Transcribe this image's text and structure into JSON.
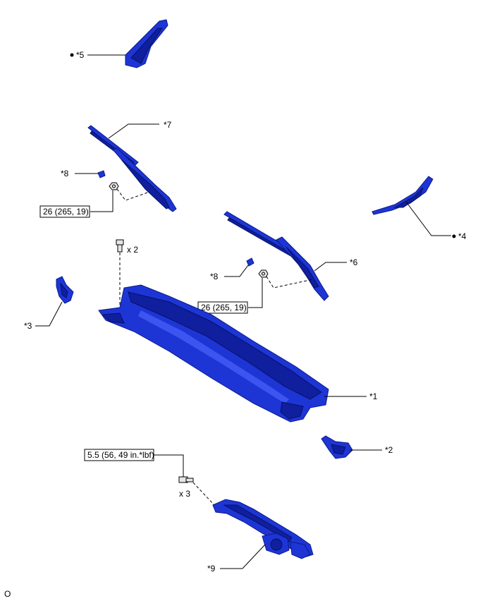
{
  "callouts": {
    "c1": "*1",
    "c2": "*2",
    "c3": "*3",
    "c4": "*4",
    "c5": "*5",
    "c6": "*6",
    "c7": "*7",
    "c8a": "*8",
    "c8b": "*8",
    "c9": "*9"
  },
  "torque": {
    "t_left": "26 (265, 19)",
    "t_right": "26 (265, 19)",
    "t_motor": "5.5 (56, 49 in.*lbf)"
  },
  "quantities": {
    "q_cowl": "x 2",
    "q_link": "x 3"
  },
  "figure_id": "O",
  "colors": {
    "part_blue": "#1e35d6",
    "part_dark": "#0f1f9e",
    "line": "#000000"
  }
}
